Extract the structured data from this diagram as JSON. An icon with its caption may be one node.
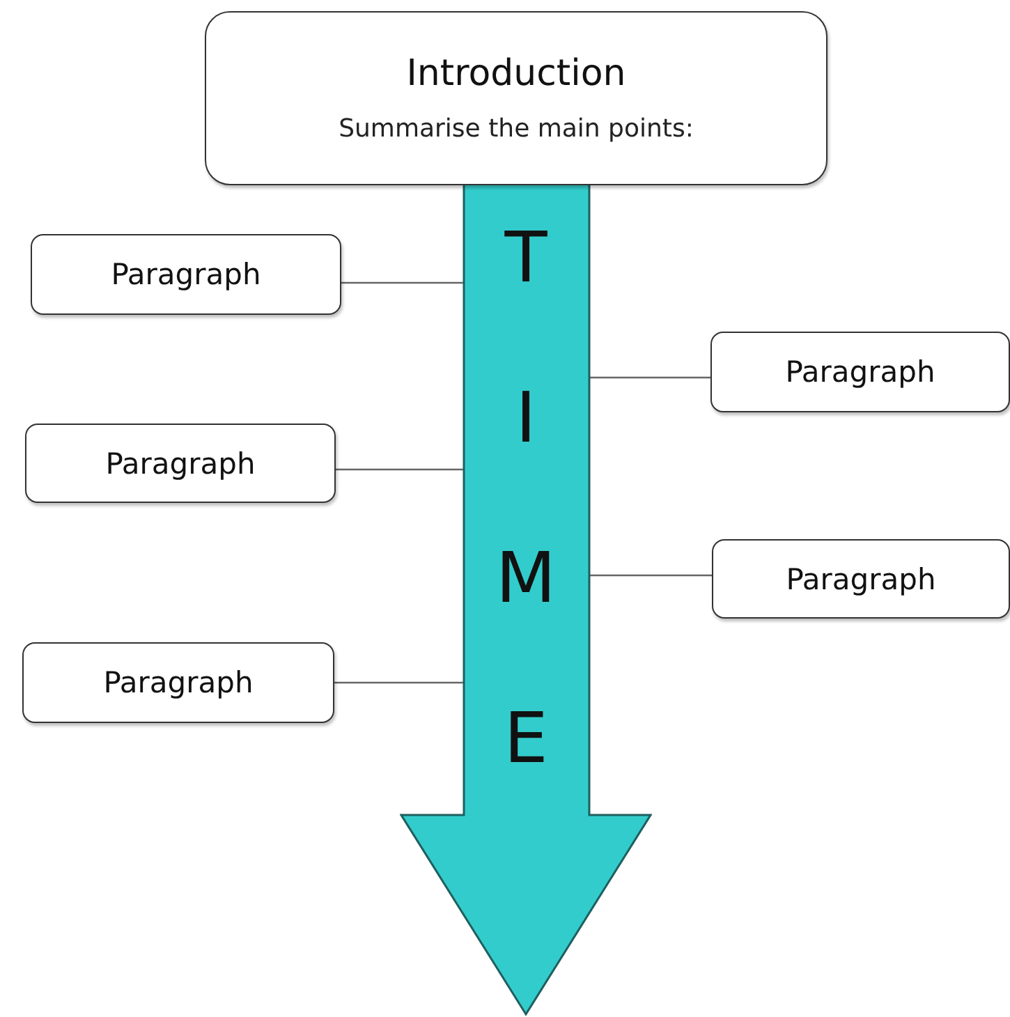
{
  "diagram": {
    "nodes": [
      {
        "text": [
          "Introduction",
          "Summarise the main points:"
        ]
      },
      {
        "text": [
          "TIME"
        ]
      },
      {
        "text": [
          "Paragraph"
        ]
      },
      {
        "text": [
          "Paragraph"
        ]
      },
      {
        "text": [
          "Paragraph"
        ]
      },
      {
        "text": [
          "Paragraph"
        ]
      },
      {
        "text": [
          "Paragraph"
        ]
      }
    ],
    "edges": [
      {
        "from": 2,
        "to": 1,
        "arrow": "none"
      },
      {
        "from": 3,
        "to": 1,
        "arrow": "none"
      },
      {
        "from": 4,
        "to": 1,
        "arrow": "none"
      },
      {
        "from": 5,
        "to": 1,
        "arrow": "none"
      },
      {
        "from": 6,
        "to": 1,
        "arrow": "none"
      }
    ]
  }
}
